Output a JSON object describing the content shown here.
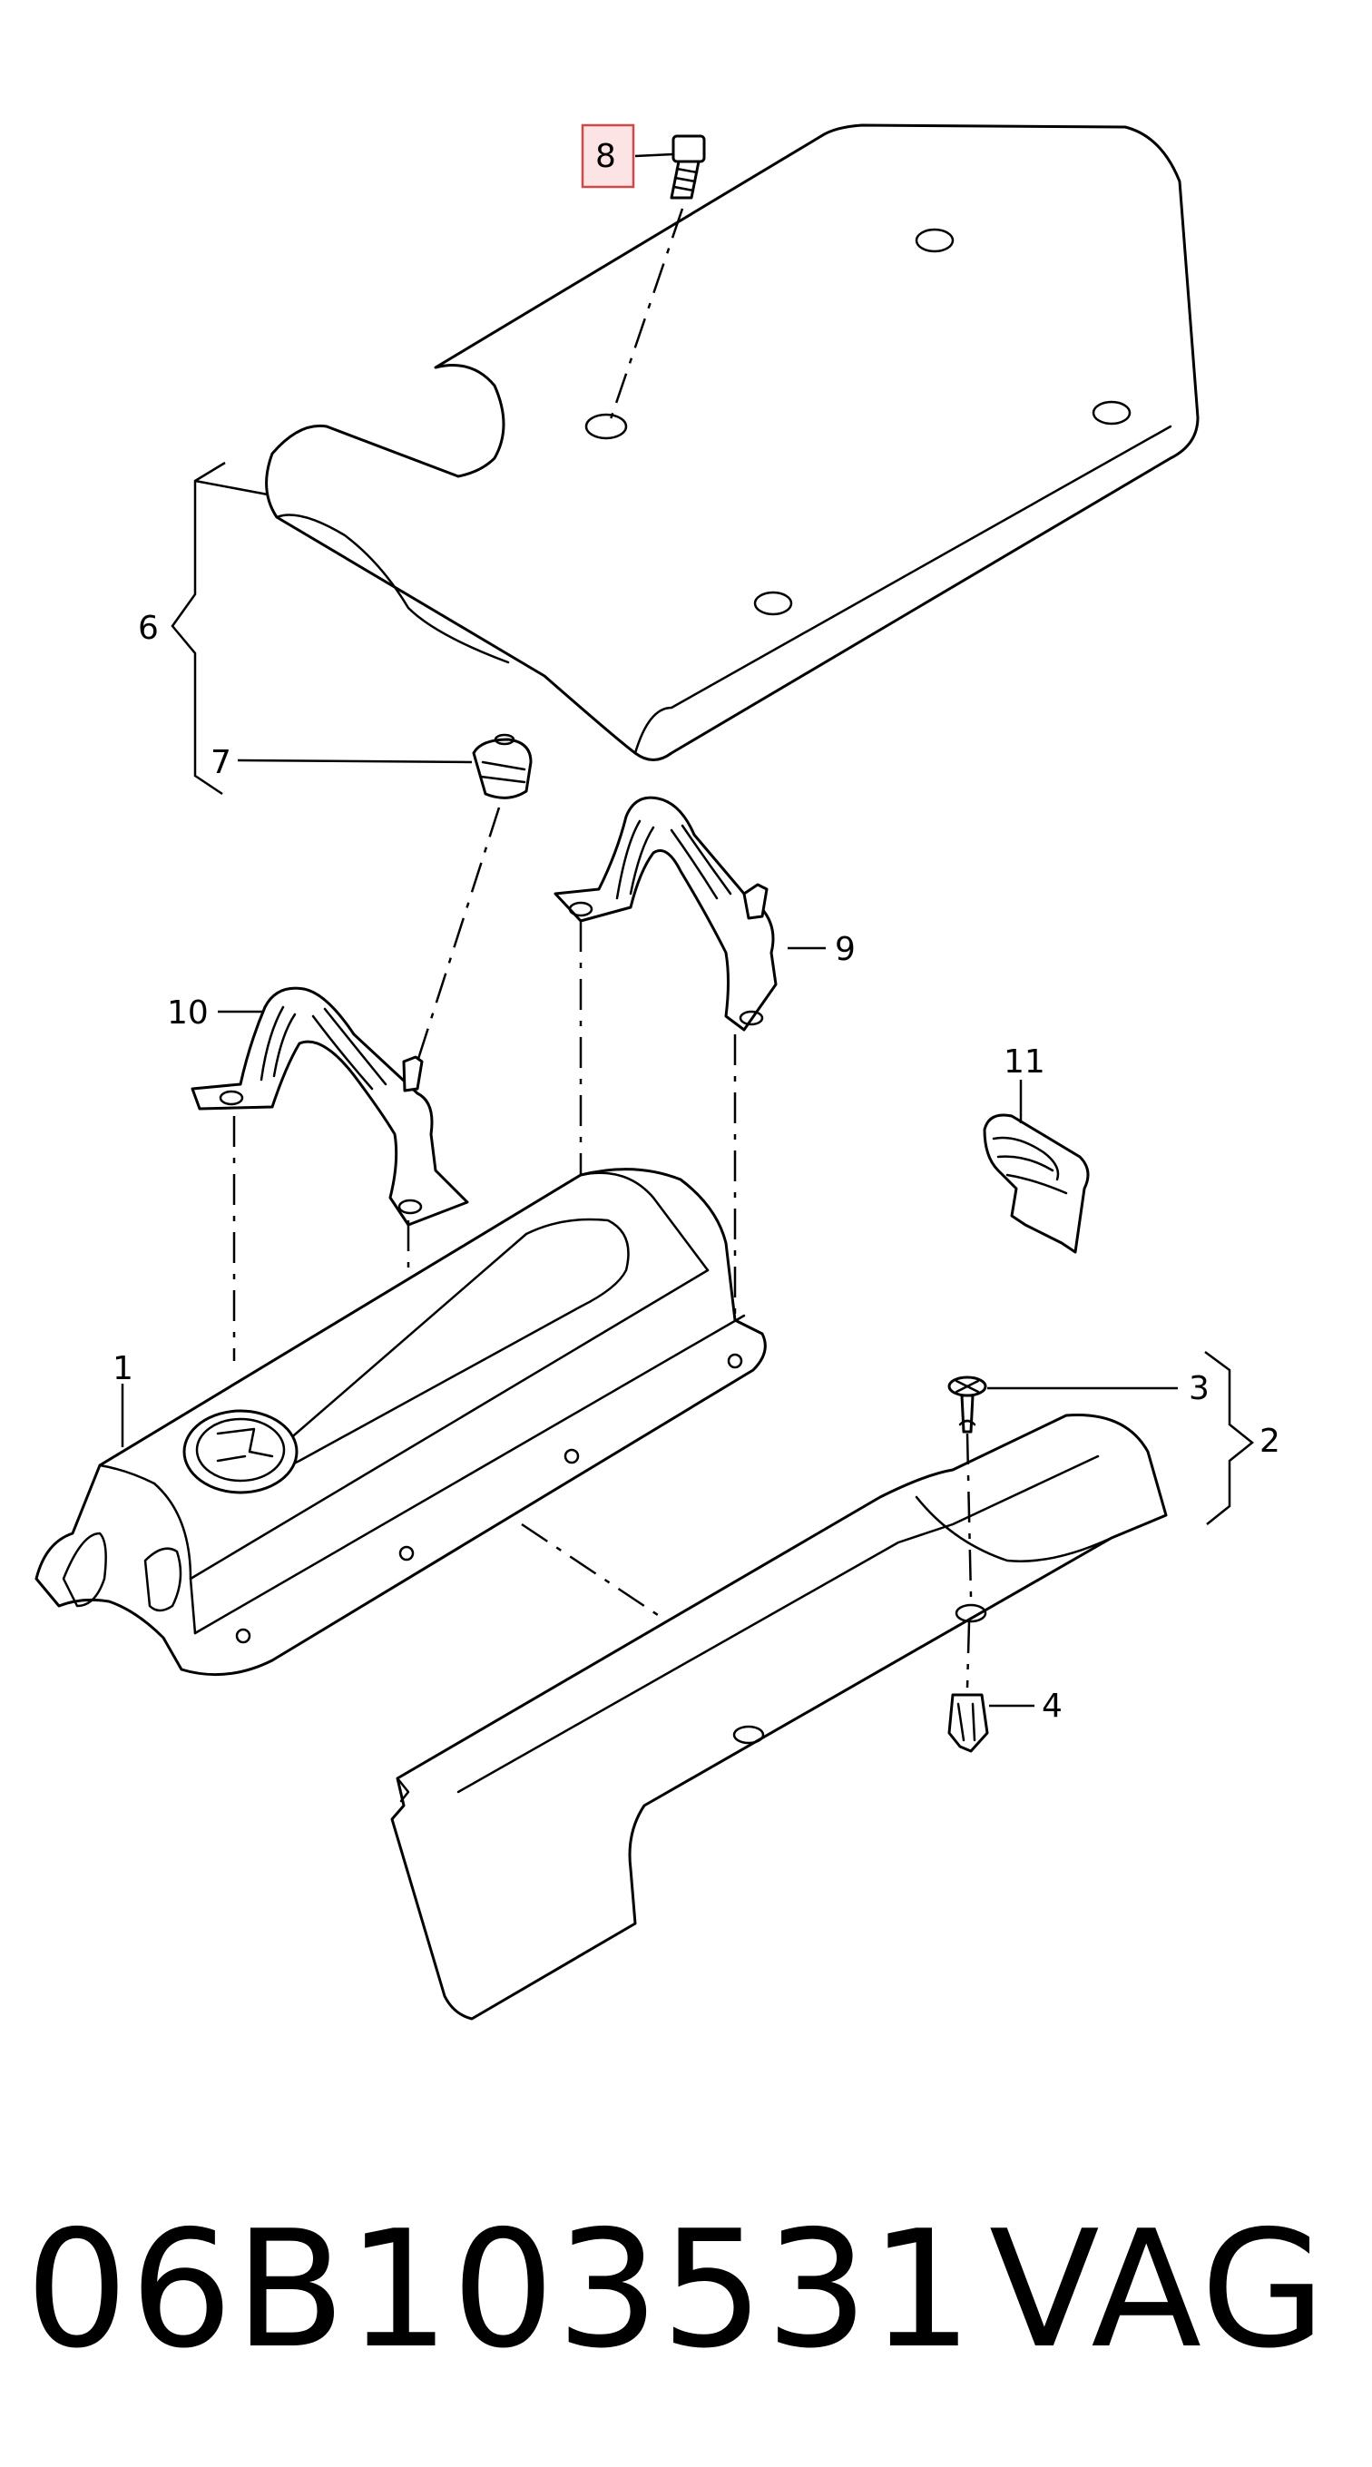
{
  "callouts": {
    "c1": "1",
    "c2": "2",
    "c3": "3",
    "c4": "4",
    "c6": "6",
    "c7": "7",
    "c8": "8",
    "c9": "9",
    "c10": "10",
    "c11": "11"
  },
  "highlight": {
    "callout": "8",
    "fill": "#fde4e4",
    "stroke": "#d04848"
  },
  "footer": {
    "part_number": "06B103531",
    "brand": "VAG"
  }
}
